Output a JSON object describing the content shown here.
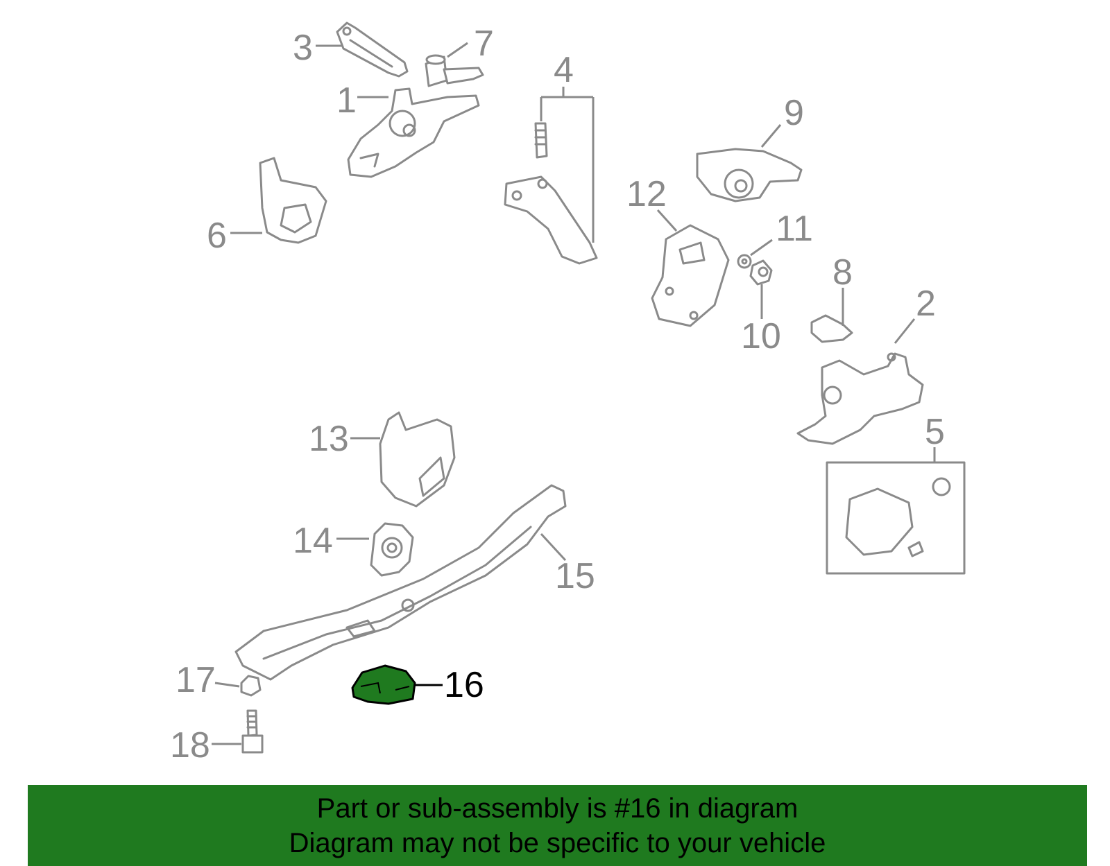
{
  "diagram": {
    "callouts": [
      {
        "id": "1",
        "label": "1"
      },
      {
        "id": "2",
        "label": "2"
      },
      {
        "id": "3",
        "label": "3"
      },
      {
        "id": "4",
        "label": "4"
      },
      {
        "id": "5",
        "label": "5"
      },
      {
        "id": "6",
        "label": "6"
      },
      {
        "id": "7",
        "label": "7"
      },
      {
        "id": "8",
        "label": "8"
      },
      {
        "id": "9",
        "label": "9"
      },
      {
        "id": "10",
        "label": "10"
      },
      {
        "id": "11",
        "label": "11"
      },
      {
        "id": "12",
        "label": "12"
      },
      {
        "id": "13",
        "label": "13"
      },
      {
        "id": "14",
        "label": "14"
      },
      {
        "id": "15",
        "label": "15"
      },
      {
        "id": "16",
        "label": "16"
      },
      {
        "id": "17",
        "label": "17"
      },
      {
        "id": "18",
        "label": "18"
      }
    ],
    "highlighted_part": "16",
    "highlight_color": "#1f7a1f",
    "line_color": "#8a8a8a"
  },
  "banner": {
    "line1": "Part or sub-assembly is #16 in diagram",
    "line2": "Diagram may not be specific to your vehicle",
    "background": "#1f7a1f"
  }
}
